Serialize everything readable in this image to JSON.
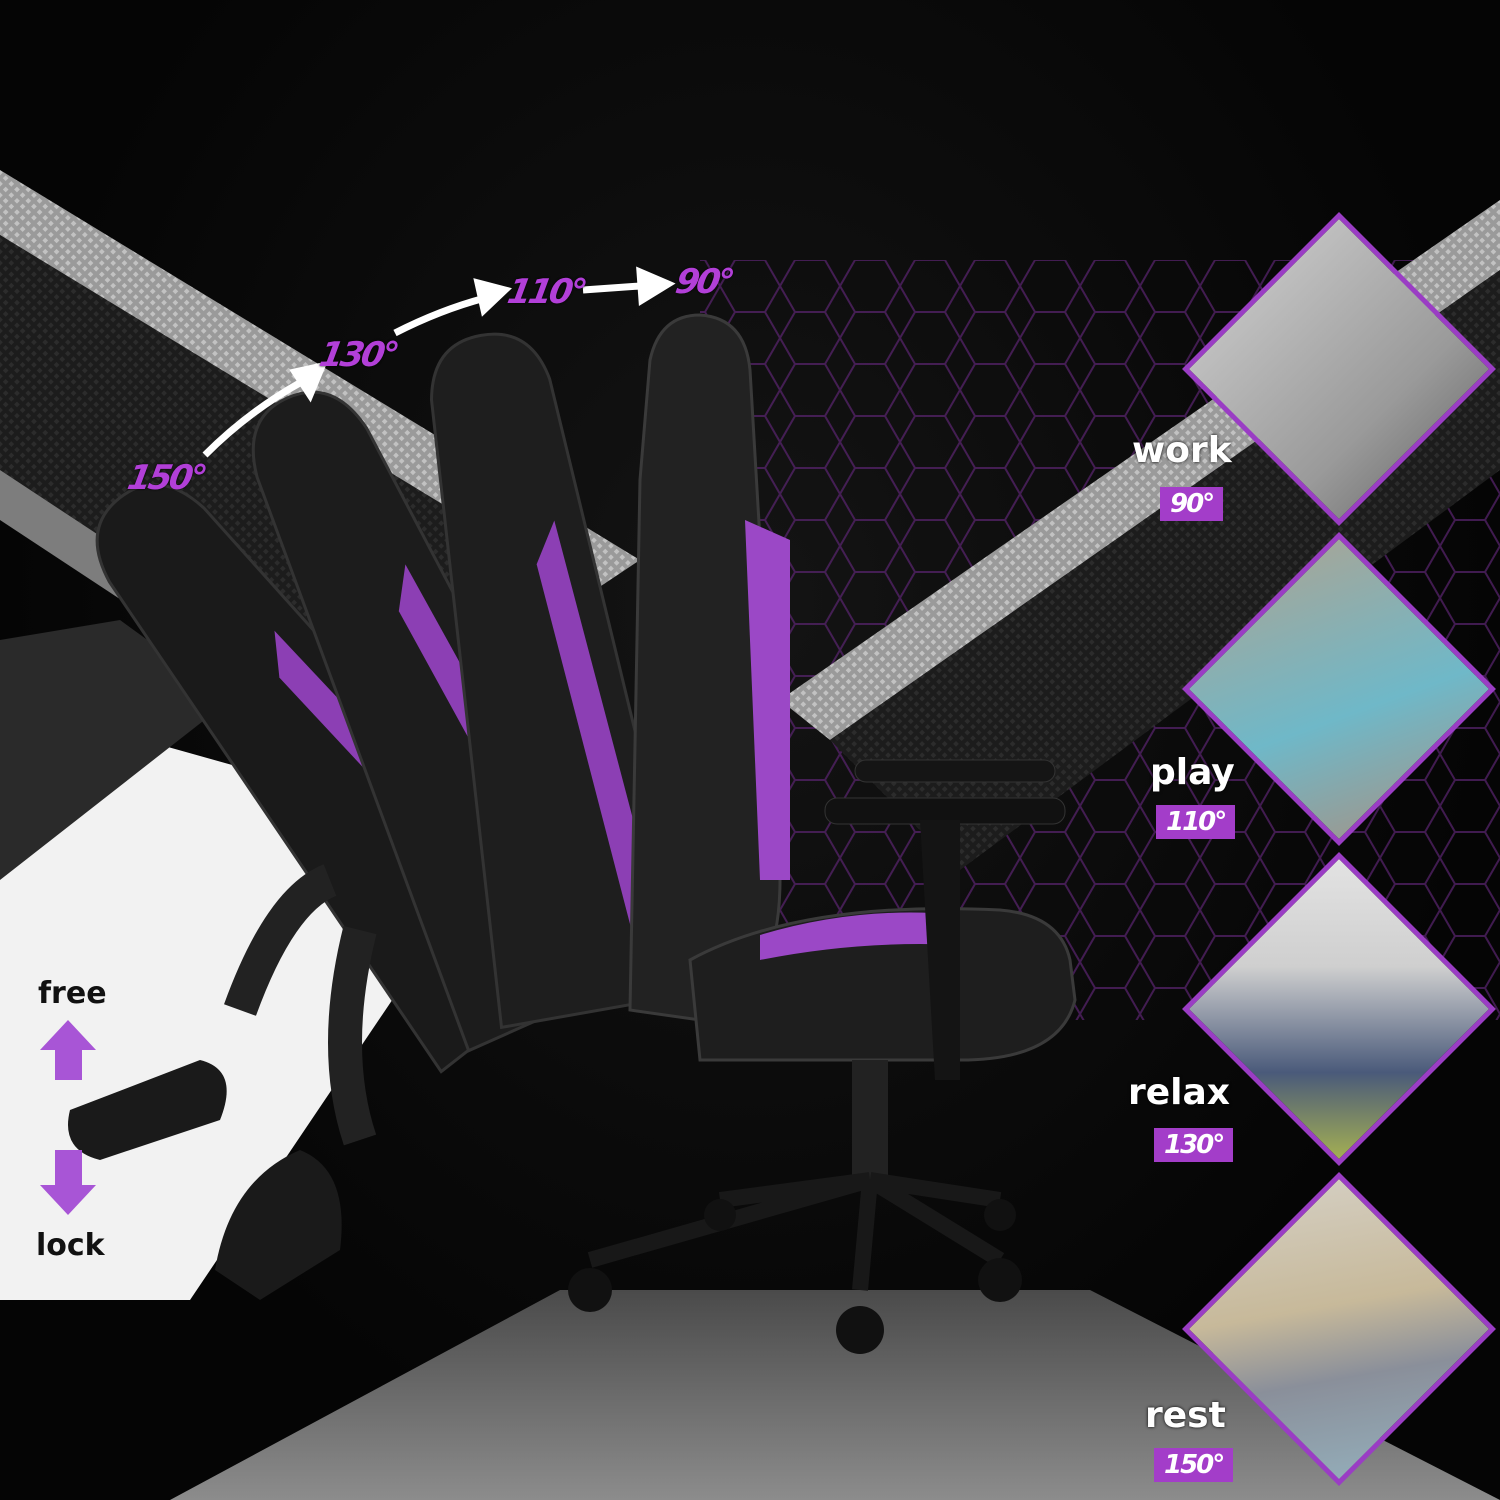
{
  "recline_sequence": {
    "angles": [
      "150°",
      "130°",
      "110°",
      "90°"
    ]
  },
  "modes": [
    {
      "label": "work",
      "angle": "90°"
    },
    {
      "label": "play",
      "angle": "110°"
    },
    {
      "label": "relax",
      "angle": "130°"
    },
    {
      "label": "rest",
      "angle": "150°"
    }
  ],
  "lever": {
    "free_label": "free",
    "lock_label": "lock"
  },
  "colors": {
    "accent": "#a33dc9",
    "background": "#000000",
    "band": "#8a8a8a"
  }
}
